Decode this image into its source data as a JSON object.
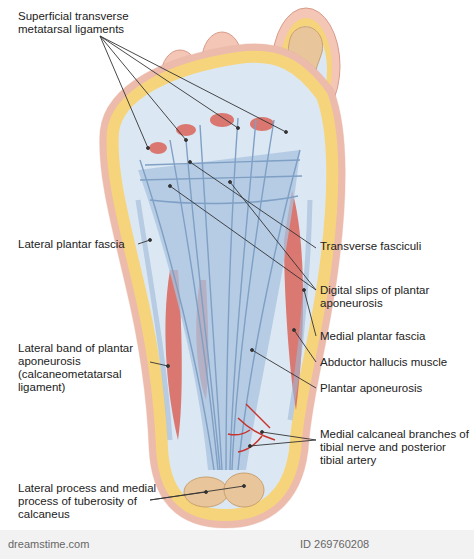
{
  "diagram": {
    "labels": [
      "Superficial transverse metatarsal ligaments",
      "Transverse fasciculi",
      "Digital slips of plantar aponeurosis",
      "Lateral plantar fascia",
      "Medial plantar fascia",
      "Abductor hallucis muscle",
      "Plantar aponeurosis",
      "Lateral band of plantar aponeurosis (calcaneometatarsal ligament)",
      "Medial calcaneal branches of tibial nerve and posterior tibial artery",
      "Lateral process and medial process of tuberosity of calcaneus",
      "dreamstime.com",
      "ID 269760208"
    ]
  }
}
